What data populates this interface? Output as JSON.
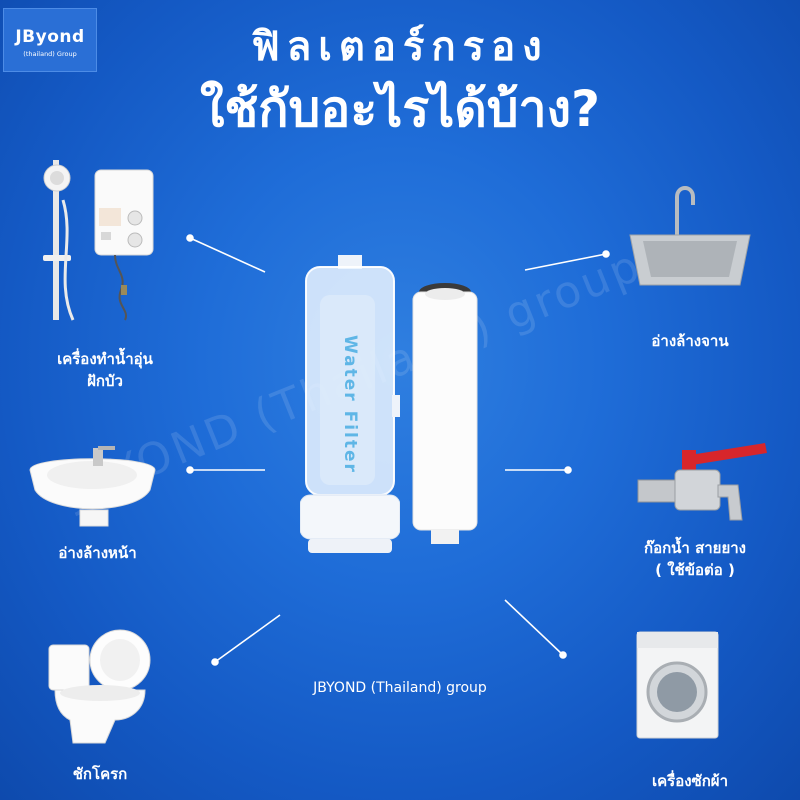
{
  "logo": {
    "name": "JByond",
    "sub": "(thailand) Group"
  },
  "title": {
    "line1": "ฟิลเตอร์กรอง",
    "line2": "ใช้กับอะไรได้บ้าง?"
  },
  "watermark": "JBYOND (Thailand) group",
  "filter_text": "Water Filter",
  "brand": "JBYOND (Thailand) group",
  "items": {
    "shower": "เครื่องทำน้ำอุ่น",
    "shower2": "ฝักบัว",
    "washbasin": "อ่างล้างหน้า",
    "toilet": "ชักโครก",
    "sink": "อ่างล้างจาน",
    "faucet": "ก๊อกน้ำ สายยาง",
    "faucet2": "( ใช้ข้อต่อ )",
    "washer": "เครื่องซักผ้า"
  },
  "colors": {
    "background": "#1f6dd8",
    "text": "#ffffff",
    "valve_handle": "#d7262b"
  }
}
